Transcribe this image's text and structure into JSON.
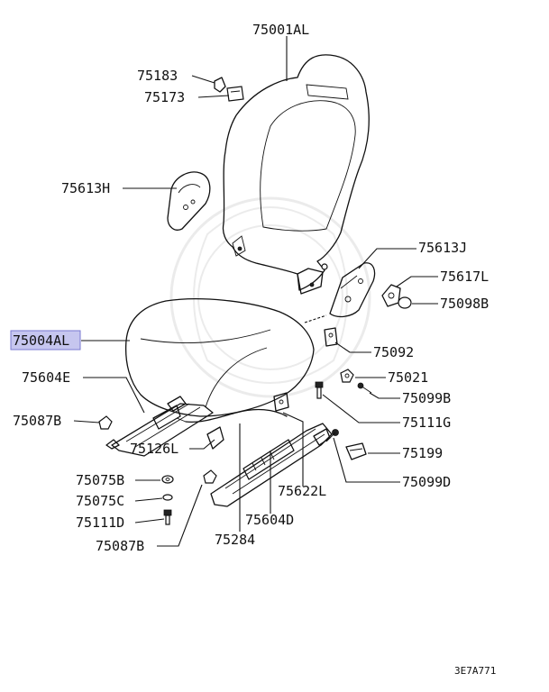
{
  "diagram": {
    "reference_code": "3E7A771",
    "highlight_color": "#c6c6ef",
    "labels": {
      "seatback": "75001AL",
      "clip_upper": "75183",
      "clip_lower": "75173",
      "cover_left": "75613H",
      "cover_right": "75613J",
      "knob": "75617L",
      "cap": "75098B",
      "cushion": "75004AL",
      "bracket_clip": "75092",
      "nut_right": "75021",
      "bolt_right": "75099B",
      "rail_left": "75604E",
      "bolt_center": "75111G",
      "cap_left": "75087B",
      "lever": "75126L",
      "clip_small": "75199",
      "cover_bracket": "75622L",
      "screw_right": "75099D",
      "washer": "75075B",
      "collar": "75075C",
      "bolt_left": "75111D",
      "rail_right": "75604D",
      "cap_bottom": "75087B",
      "wire": "75284"
    }
  }
}
